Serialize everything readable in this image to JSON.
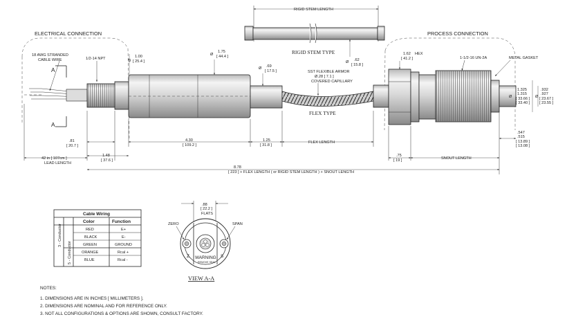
{
  "labels": {
    "electrical_connection": "ELECTRICAL CONNECTION",
    "process_connection": "PROCESS CONNECTION",
    "rigid_stem_length_top": "RIGID STEM LENGTH",
    "rigid_stem_type": "RIGID STEM TYPE",
    "flex_type": "FLEX TYPE",
    "awg_wire_1": "18 AWG STRANDED",
    "awg_wire_2": "CABLE WIRE",
    "npt": "1/2-14 NPT",
    "dia_100": "1.00",
    "dia_100_mm": "[ 25.4 ]",
    "dia_175": "1.75",
    "dia_175_mm": "[ 44.4 ]",
    "dia_69": ".69",
    "dia_69_mm": "[ 17.5 ]",
    "armor_1": "SST FLEXIBLE ARMOR",
    "armor_2": "Ø.28 [ 7.1 ]",
    "armor_3": "COVERED CAPILLARY",
    "dia_62": ".62",
    "dia_62_mm": "[ 15.8 ]",
    "hex_1": "1.62",
    "hex_2": "[ 41.2 ]",
    "hex_word": "HEX",
    "thread": "1-1/2-16 UN-2A",
    "gasket": "METAL GASKET",
    "dia_1325": "1.325",
    "dia_1315": "1.315",
    "dia_1325_mm": "[ 33.66 ]",
    "dia_1315_mm": "[ 33.40 ]",
    "dia_932": ".932",
    "dia_927": ".927",
    "dia_932_mm": "[ 23.67 ]",
    "dia_927_mm": "[ 23.55 ]",
    "d_547": ".547",
    "d_515": ".515",
    "d_547_mm": "[ 13.89 ]",
    "d_515_mm": "[ 13.08 ]",
    "d_81": ".81",
    "d_81_mm": "[ 20.7 ]",
    "d_148": "1.48",
    "d_148_mm": "[ 37.6 ]",
    "d_430": "4.30",
    "d_430_mm": "[ 109.2 ]",
    "d_125": "1.25",
    "d_125_mm": "[ 31.8 ]",
    "flex_length": "FLEX LENGTH",
    "d_75": ".75",
    "d_75_mm": "[ 19 ]",
    "snout_length": "SNOUT LENGTH",
    "lead_1": "42 in [ 107cm ]",
    "lead_2": "LEAD LENGTH",
    "overall_1": "8.78",
    "overall_2": "[ 223 ] + FLEX LENGTH ( or RIGID STEM LENGTH ) + SNOUT LENGTH",
    "section_a": "A",
    "view_aa": "VIEW A-A",
    "flats_1": ".88",
    "flats_2": "[ 22.2 ]",
    "flats_3": "FLATS",
    "zero": "ZERO",
    "span": "SPAN",
    "warning": "WARNING",
    "warn_small": "REMOVE SEAL",
    "z_letter": "Z",
    "s_letter": "S"
  },
  "table": {
    "title": "Cable Wiring",
    "col_color": "Color",
    "col_function": "Function",
    "group_3": "3 - Conductor",
    "group_5": "5 - Conductor",
    "rows": [
      {
        "color": "RED",
        "function": "E+"
      },
      {
        "color": "BLACK",
        "function": "E-"
      },
      {
        "color": "GREEN",
        "function": "GROUND"
      },
      {
        "color": "ORANGE",
        "function": "Rcal +"
      },
      {
        "color": "BLUE",
        "function": "Rcal -"
      }
    ]
  },
  "notes": {
    "title": "NOTES:",
    "items": [
      "1. DIMENSIONS ARE IN INCHES [ MILLIMETERS ].",
      "2. DIMENSIONS ARE NOMINAL AND FOR REFERENCE ONLY.",
      "3. NOT ALL CONFIGURATIONS & OPTIONS ARE SHOWN, CONSULT FACTORY."
    ]
  }
}
